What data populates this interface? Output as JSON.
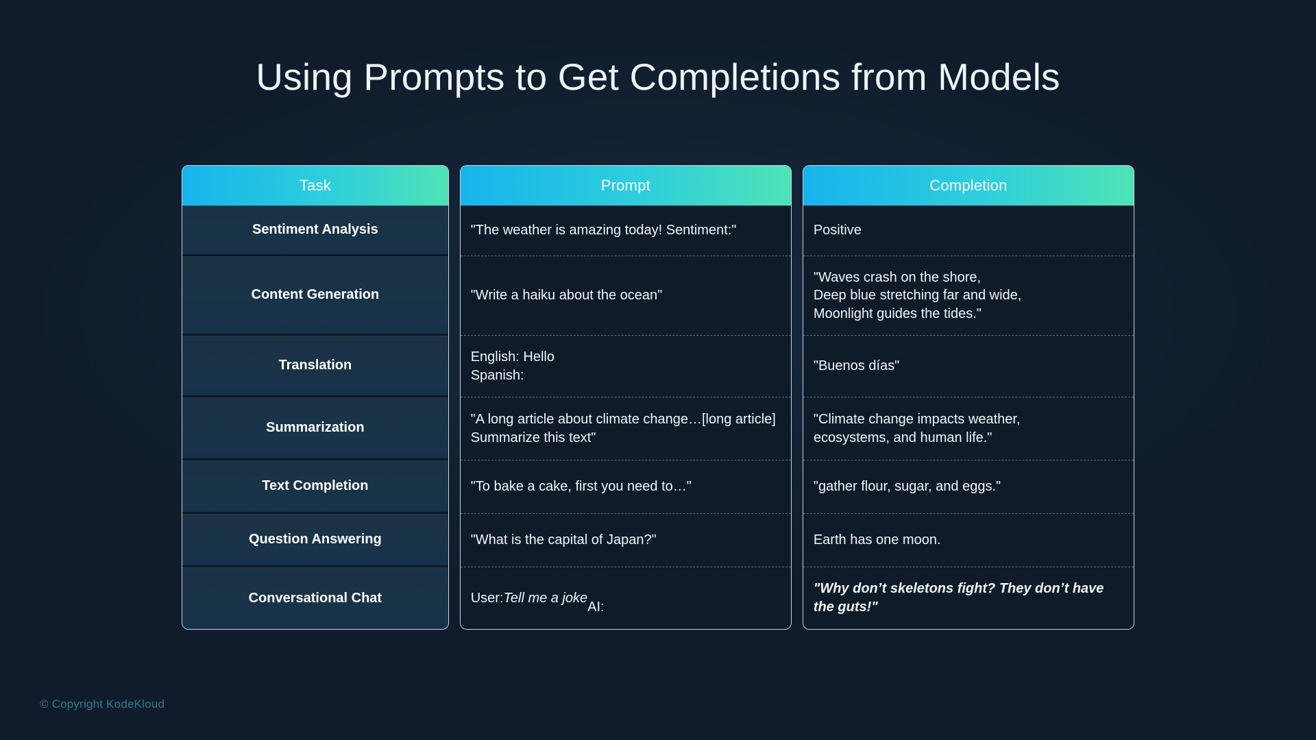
{
  "title": "Using Prompts to Get Completions from Models",
  "footer": "© Copyright KodeKloud",
  "theme": {
    "background": "#101c2b",
    "header_gradient_start": "#16b4ec",
    "header_gradient_mid": "#2ecfdc",
    "header_gradient_end": "#4fe3b6",
    "card_border": "#c9d6e0",
    "task_cell_bg": "#193347",
    "text_cell_bg": "#0f1b29",
    "title_color": "#eef4f8",
    "footer_color": "#2f7c91"
  },
  "table": {
    "headers": {
      "task": "Task",
      "prompt": "Prompt",
      "completion": "Completion"
    },
    "rows": [
      {
        "task": "Sentiment Analysis",
        "prompt": "\"The weather is amazing today! Sentiment:\"",
        "completion": "Positive",
        "prompt_style": "normal",
        "completion_style": "normal",
        "height": 74
      },
      {
        "task": "Content Generation",
        "prompt": "\"Write a haiku about the ocean\"",
        "completion": "\"Waves crash on the shore,\nDeep blue stretching far and wide,\nMoonlight guides the tides.\"",
        "prompt_style": "normal",
        "completion_style": "normal",
        "height": 116
      },
      {
        "task": "Translation",
        "prompt": "English: Hello\nSpanish:",
        "completion": "\"Buenos días\"",
        "prompt_style": "normal",
        "completion_style": "normal",
        "height": 90
      },
      {
        "task": "Summarization",
        "prompt": "\"A long article about climate change…[long article]\nSummarize this text\"",
        "completion": "\"Climate change impacts weather,\necosystems, and human life.\"",
        "prompt_style": "normal",
        "completion_style": "normal",
        "height": 92
      },
      {
        "task": "Text Completion",
        "prompt": "\"To bake a cake, first you need to…\"",
        "completion": "\"gather flour, sugar, and eggs.\"",
        "prompt_style": "normal",
        "completion_style": "normal",
        "height": 78
      },
      {
        "task": "Question Answering",
        "prompt": "\"What is the capital of Japan?\"",
        "completion": "Earth has one moon.",
        "prompt_style": "normal",
        "completion_style": "normal",
        "height": 78
      },
      {
        "task": "Conversational Chat",
        "prompt_prefix": "User: ",
        "prompt_emphasis": "Tell me a joke",
        "prompt_suffix": "\nAI:",
        "prompt": "User: Tell me a joke\nAI:",
        "completion": "\"Why don’t skeletons fight? They don’t have the guts!\"",
        "prompt_style": "mixed",
        "completion_style": "bold-italic",
        "height": 90
      }
    ]
  }
}
